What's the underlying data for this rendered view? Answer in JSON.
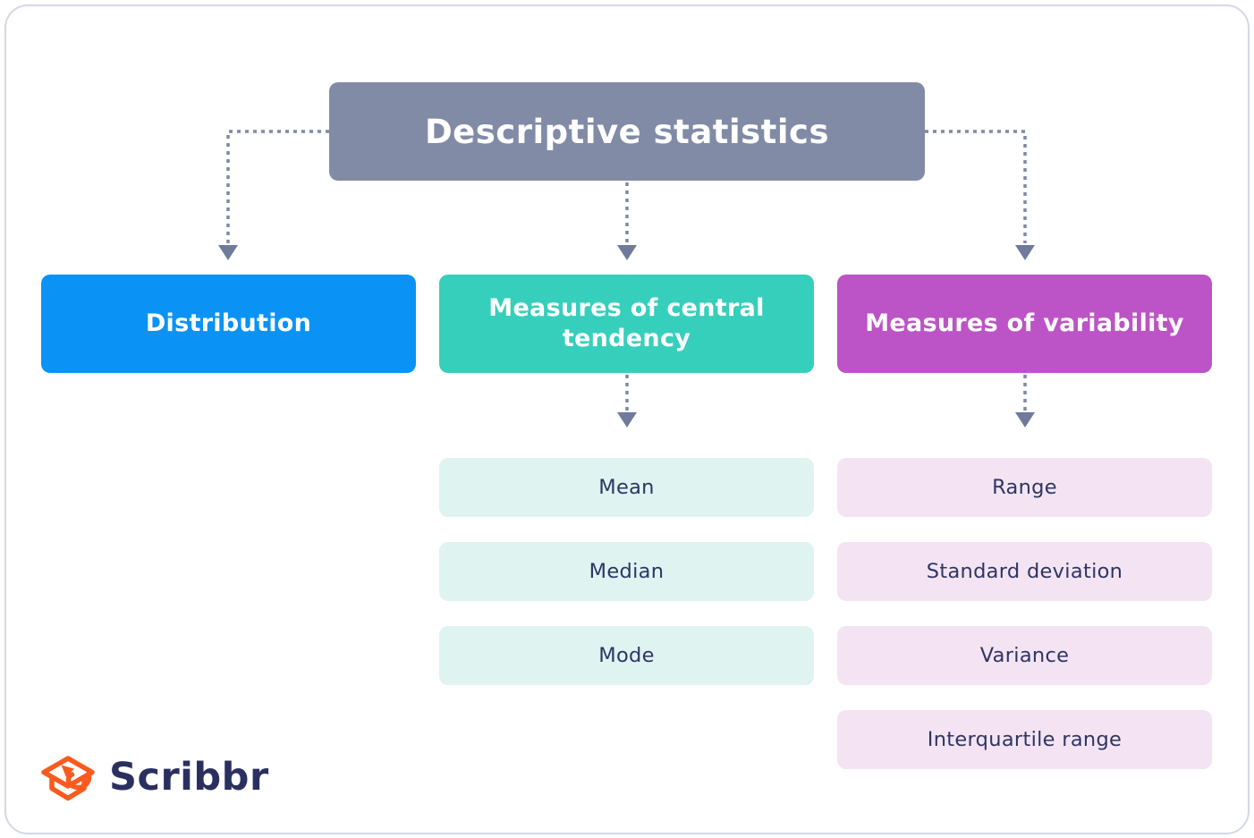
{
  "root": {
    "label": "Descriptive statistics",
    "bg": "#828ba6",
    "text_color": "#ffffff"
  },
  "branches": [
    {
      "label": "Distribution",
      "bg": "#0a93f5",
      "children": []
    },
    {
      "label": "Measures of central tendency",
      "bg": "#36cfbc",
      "child_bg": "#dff3f1",
      "children": [
        "Mean",
        "Median",
        "Mode"
      ]
    },
    {
      "label": "Measures of variability",
      "bg": "#bc53c6",
      "child_bg": "#f4e4f3",
      "children": [
        "Range",
        "Standard deviation",
        "Variance",
        "Interquartile range"
      ]
    }
  ],
  "child_text_color": "#2e3564",
  "connector": {
    "style": "dotted",
    "color": "#7f88a6",
    "arrowhead_color": "#6f7a9c"
  },
  "logo": {
    "brand": "Scribbr",
    "icon": "graduation-cap-arrow-icon",
    "icon_color": "#fb5a1f",
    "text_color": "#2b2f60"
  },
  "card": {
    "border_color": "#d4d8e6",
    "background": "#ffffff"
  }
}
